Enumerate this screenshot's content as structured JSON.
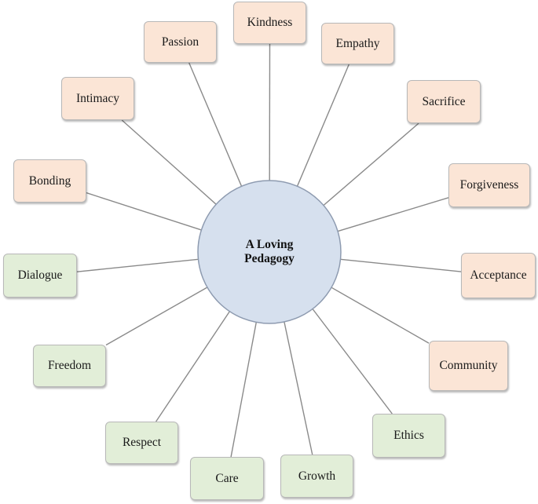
{
  "center": {
    "label": "A Loving Pedagogy",
    "fill": "#d6e0ee"
  },
  "colors": {
    "warm": "#fbe5d6",
    "cool": "#e2eed8",
    "line": "#8a8a8a",
    "border": "#b8b8b8"
  },
  "nodes": [
    {
      "id": "kindness",
      "label": "Kindness",
      "group": "warm"
    },
    {
      "id": "empathy",
      "label": "Empathy",
      "group": "warm"
    },
    {
      "id": "sacrifice",
      "label": "Sacrifice",
      "group": "warm"
    },
    {
      "id": "forgiveness",
      "label": "Forgiveness",
      "group": "warm"
    },
    {
      "id": "acceptance",
      "label": "Acceptance",
      "group": "warm"
    },
    {
      "id": "community",
      "label": "Community",
      "group": "warm"
    },
    {
      "id": "ethics",
      "label": "Ethics",
      "group": "cool"
    },
    {
      "id": "growth",
      "label": "Growth",
      "group": "cool"
    },
    {
      "id": "care",
      "label": "Care",
      "group": "cool"
    },
    {
      "id": "respect",
      "label": "Respect",
      "group": "cool"
    },
    {
      "id": "freedom",
      "label": "Freedom",
      "group": "cool"
    },
    {
      "id": "dialogue",
      "label": "Dialogue",
      "group": "cool"
    },
    {
      "id": "bonding",
      "label": "Bonding",
      "group": "warm"
    },
    {
      "id": "intimacy",
      "label": "Intimacy",
      "group": "warm"
    },
    {
      "id": "passion",
      "label": "Passion",
      "group": "warm"
    }
  ]
}
